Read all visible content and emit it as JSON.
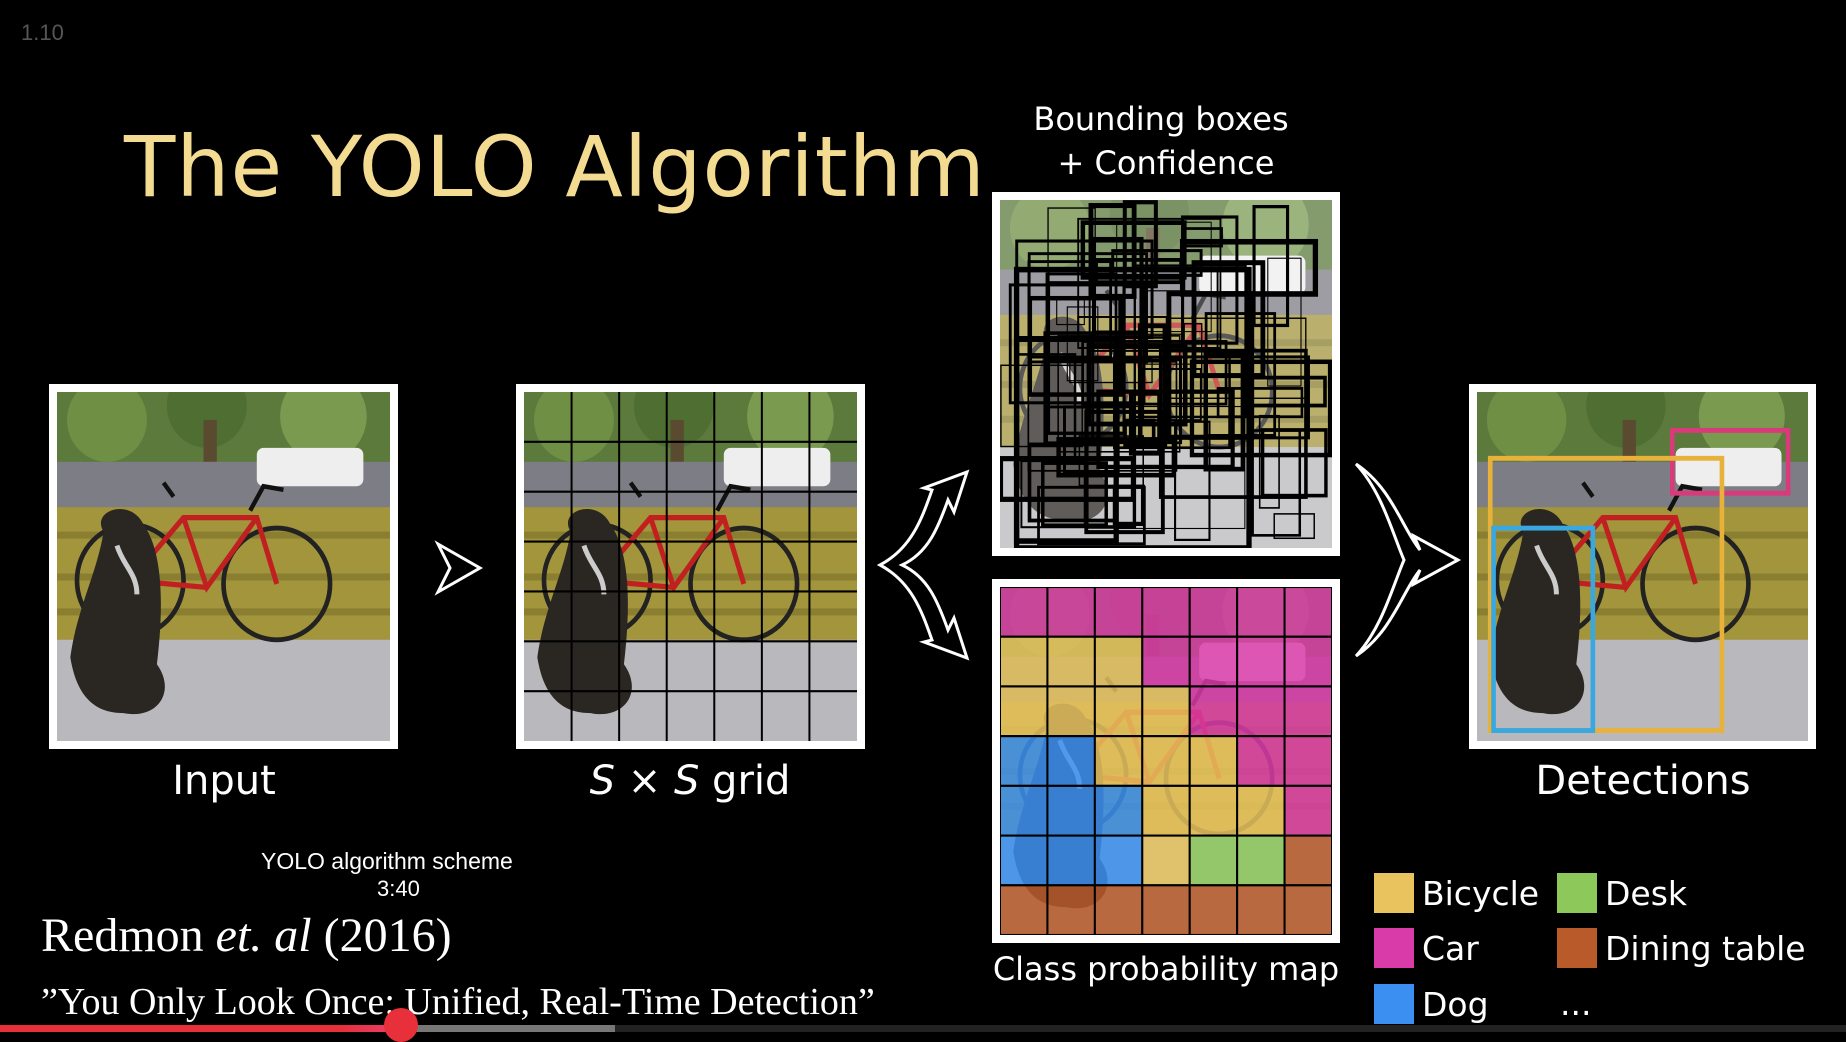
{
  "slide_number": "1.10",
  "title": "The YOLO Algorithm",
  "stages": {
    "input": "Input",
    "grid_label_s1": "S",
    "grid_label_x": " × ",
    "grid_label_s2": "S",
    "grid_label_rest": " grid",
    "bbox_line1": "Bounding boxes",
    "bbox_line2": "+ Confidence",
    "class_map": "Class probability map",
    "detections": "Detections"
  },
  "legend": [
    {
      "label": "Bicycle",
      "color": "#e8c35e"
    },
    {
      "label": "Car",
      "color": "#d93ba8"
    },
    {
      "label": "Dog",
      "color": "#3b8ff0"
    },
    {
      "label": "Desk",
      "color": "#8cc95a"
    },
    {
      "label": "Dining table",
      "color": "#b85a2a"
    },
    {
      "label": "...",
      "color": ""
    }
  ],
  "class_grid": [
    [
      "Car",
      "Car",
      "Car",
      "Car",
      "Car",
      "Car",
      "Car"
    ],
    [
      "Bicycle",
      "Bicycle",
      "Bicycle",
      "Car",
      "Car",
      "Car",
      "Car"
    ],
    [
      "Bicycle",
      "Bicycle",
      "Bicycle",
      "Bicycle",
      "Car",
      "Car",
      "Car"
    ],
    [
      "Dog",
      "Dog",
      "Bicycle",
      "Bicycle",
      "Bicycle",
      "Car",
      "Car"
    ],
    [
      "Dog",
      "Dog",
      "Dog",
      "Bicycle",
      "Bicycle",
      "Bicycle",
      "Car"
    ],
    [
      "Dog",
      "Dog",
      "Dog",
      "Bicycle",
      "Desk",
      "Desk",
      "Dining table"
    ],
    [
      "Dining table",
      "Dining table",
      "Dining table",
      "Dining table",
      "Dining table",
      "Dining table",
      "Dining table"
    ]
  ],
  "detections": [
    {
      "class": "Car",
      "color": "#d93b7a"
    },
    {
      "class": "Bicycle",
      "color": "#e8b23a"
    },
    {
      "class": "Dog",
      "color": "#3aa8e0"
    }
  ],
  "citation": {
    "author": "Redmon ",
    "etal": "et. al",
    "year": " (2016)"
  },
  "paper_title": "”You Only Look Once: Unified, Real-Time Detection”",
  "player": {
    "chapter_title": "YOLO algorithm scheme",
    "hover_time": "3:40",
    "progress_percent": 21.7,
    "buffered_percent": 33.3
  }
}
